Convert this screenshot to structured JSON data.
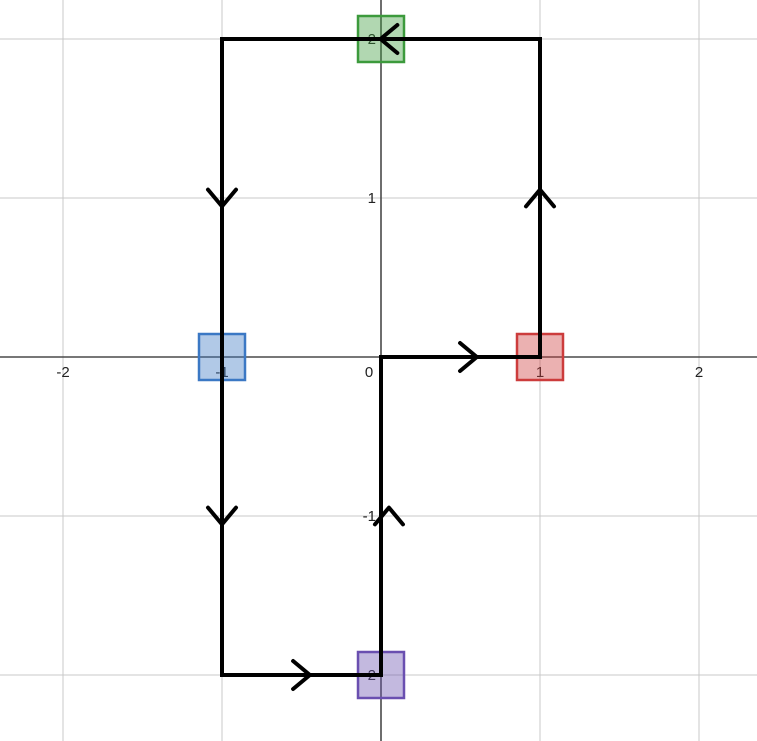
{
  "chart_data": {
    "type": "directed-path",
    "grid": true,
    "xlim": [
      -2.35,
      2.4
    ],
    "ylim": [
      -2.4,
      2.25
    ],
    "x_ticks": [
      {
        "value": -2,
        "label": "-2"
      },
      {
        "value": -1,
        "label": "-1"
      },
      {
        "value": 0,
        "label": "0"
      },
      {
        "value": 1,
        "label": "1"
      },
      {
        "value": 2,
        "label": "2"
      }
    ],
    "y_ticks": [
      {
        "value": 2,
        "label": "2"
      },
      {
        "value": 1,
        "label": "1"
      },
      {
        "value": -1,
        "label": "-1"
      },
      {
        "value": -2,
        "label": "-2"
      }
    ],
    "markers": [
      {
        "name": "green-square",
        "x": 0,
        "y": 2,
        "color": "#3c9a3c"
      },
      {
        "name": "blue-square",
        "x": -1,
        "y": 0,
        "color": "#3b78c4"
      },
      {
        "name": "red-square",
        "x": 1,
        "y": 0,
        "color": "#cc3c3c"
      },
      {
        "name": "purple-square",
        "x": 0,
        "y": -2,
        "color": "#6a4fb0"
      }
    ],
    "path": [
      [
        0,
        0
      ],
      [
        1,
        0
      ],
      [
        1,
        2
      ],
      [
        -1,
        2
      ],
      [
        -1,
        -2
      ],
      [
        0,
        -2
      ],
      [
        0,
        0
      ]
    ],
    "arrows": [
      {
        "x": 0.55,
        "y": 0,
        "dir": "right"
      },
      {
        "x": 1,
        "y": 1,
        "dir": "up"
      },
      {
        "x": 0.05,
        "y": 2,
        "dir": "left"
      },
      {
        "x": -1,
        "y": 1,
        "dir": "down"
      },
      {
        "x": -1,
        "y": -1,
        "dir": "down"
      },
      {
        "x": -0.5,
        "y": -2,
        "dir": "right"
      },
      {
        "x": 0.05,
        "y": -1,
        "dir": "up"
      }
    ]
  }
}
